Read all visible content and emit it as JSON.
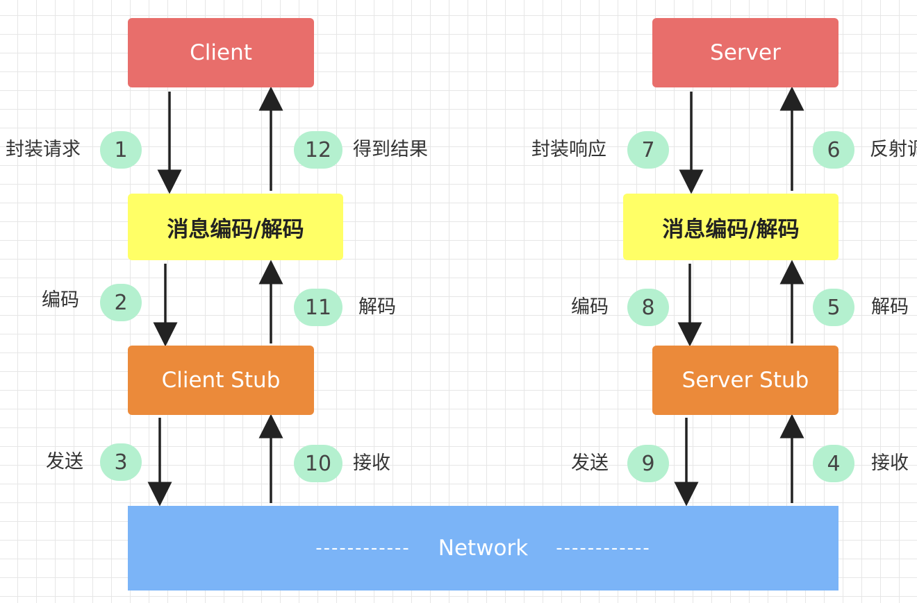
{
  "client_box": "Client",
  "server_box": "Server",
  "client_codec_box": "消息编码/解码",
  "server_codec_box": "消息编码/解码",
  "client_stub_box": "Client Stub",
  "server_stub_box": "Server Stub",
  "network": {
    "label": "Network",
    "dashes_left": "------------",
    "dashes_right": "------------"
  },
  "steps": [
    {
      "num": "1",
      "label": "封装请求"
    },
    {
      "num": "12",
      "label": "得到结果"
    },
    {
      "num": "2",
      "label": "编码"
    },
    {
      "num": "11",
      "label": "解码"
    },
    {
      "num": "3",
      "label": "发送"
    },
    {
      "num": "10",
      "label": "接收"
    },
    {
      "num": "7",
      "label": "封装响应"
    },
    {
      "num": "6",
      "label": "反射调"
    },
    {
      "num": "8",
      "label": "编码"
    },
    {
      "num": "5",
      "label": "解码"
    },
    {
      "num": "9",
      "label": "发送"
    },
    {
      "num": "4",
      "label": "接收"
    }
  ],
  "colors": {
    "client_server": "#e86e6b",
    "codec": "#ffff66",
    "stub": "#eb8a3a",
    "network": "#7bb4f7",
    "badge": "#b4f0cf"
  }
}
